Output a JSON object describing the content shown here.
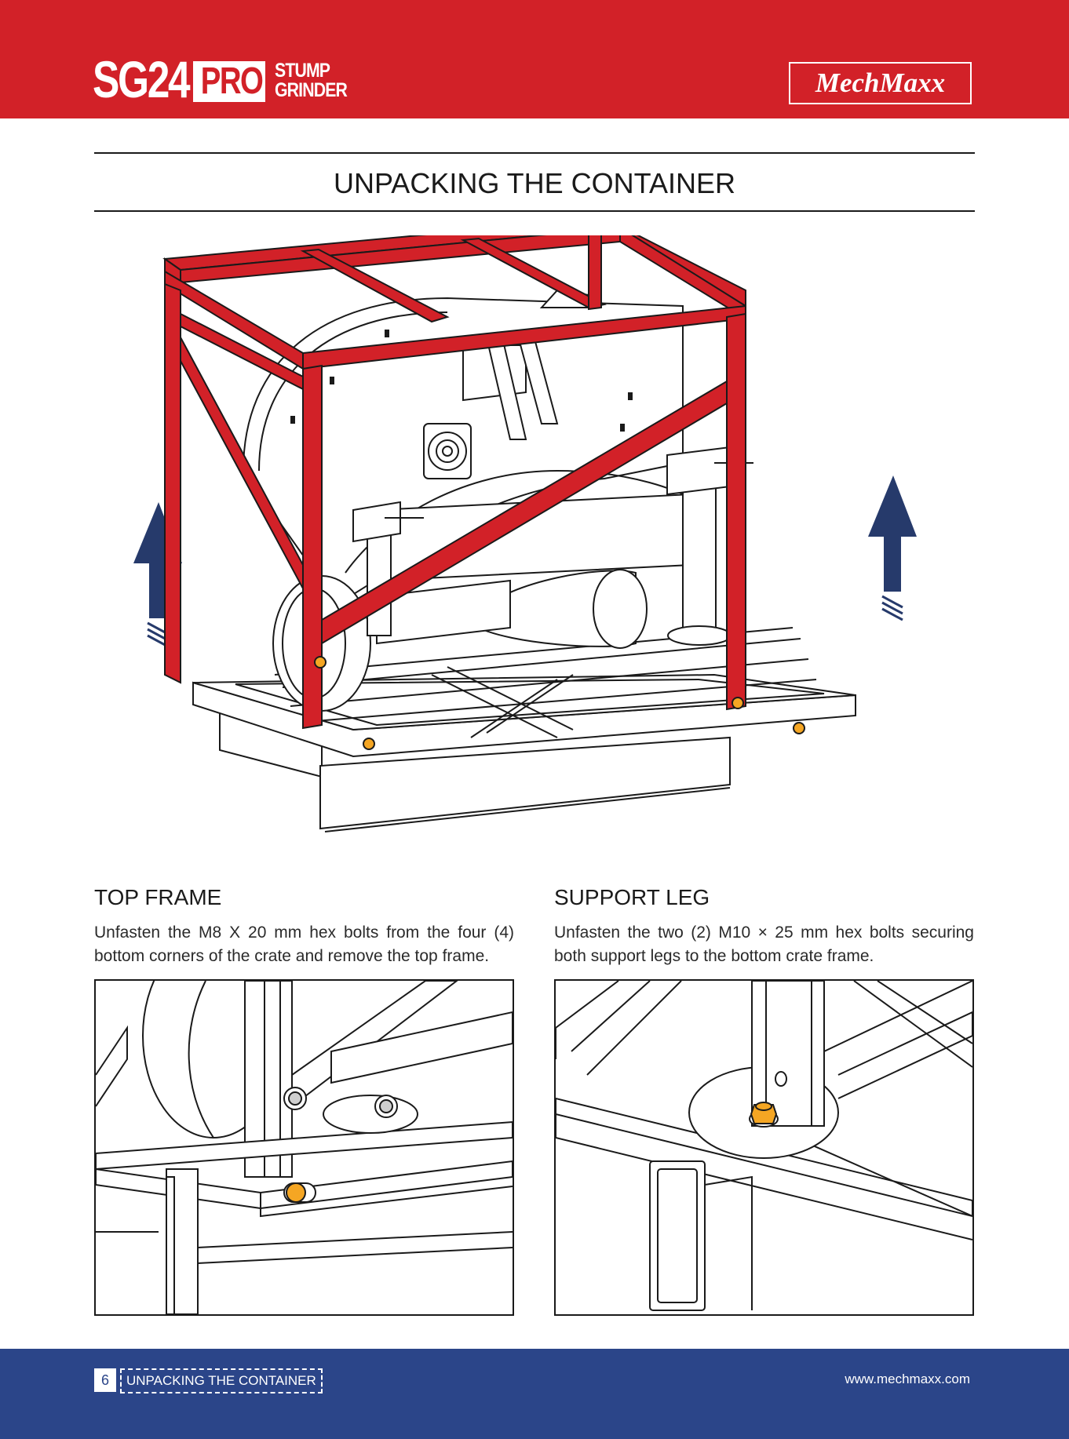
{
  "header": {
    "logo_model": "SG24",
    "logo_pro": "PRO",
    "logo_line1": "STUMP",
    "logo_line2": "GRINDER",
    "brand": "MechMaxx",
    "header_color": "#d22128"
  },
  "page_title": "UNPACKING THE CONTAINER",
  "sections": [
    {
      "title": "TOP FRAME",
      "text": "Unfasten the M8 X 20 mm hex bolts from the four (4) bottom corners of the crate and remove the top frame."
    },
    {
      "title": "SUPPORT LEG",
      "text": "Unfasten the two (2) M10 × 25 mm hex bolts securing both support legs to the bottom crate frame."
    }
  ],
  "footer": {
    "page_number": "6",
    "section_label": "UNPACKING THE CONTAINER",
    "url": "www.mechmaxx.com",
    "footer_color": "#2b4589"
  },
  "colors": {
    "frame_red": "#d22128",
    "arrow_navy": "#263a6b",
    "bolt_orange": "#f5a623"
  },
  "icons": [
    "up-arrow-icon",
    "hex-bolt-icon"
  ]
}
